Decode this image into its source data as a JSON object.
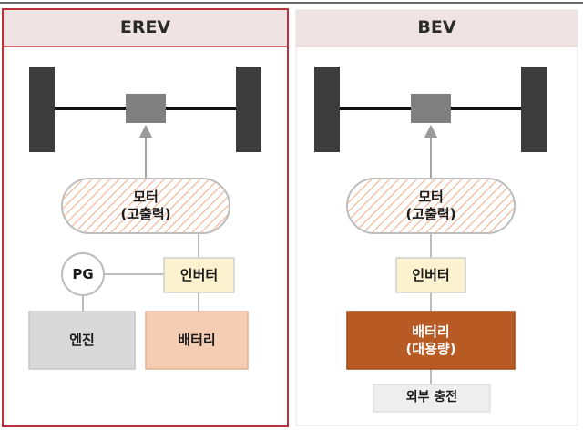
{
  "erev": {
    "title": "EREV",
    "motor": "모터\n(고출력)",
    "pg": "PG",
    "inverter": "인버터",
    "engine": "엔진",
    "battery": "배터리"
  },
  "bev": {
    "title": "BEV",
    "motor": "모터\n(고출력)",
    "inverter": "인버터",
    "battery": "배터리\n(대용량)",
    "charge": "외부 충전"
  },
  "colors": {
    "highlight_border": "#b8323a",
    "header_bg": "#efe3e3",
    "motor_hatch": "#f0b89a",
    "inverter_fill": "#fdf2d0",
    "engine_fill": "#d9d9d9",
    "erev_battery_fill": "#f5cdb3",
    "bev_battery_fill": "#b85a23",
    "charge_fill": "#eeeeee"
  }
}
